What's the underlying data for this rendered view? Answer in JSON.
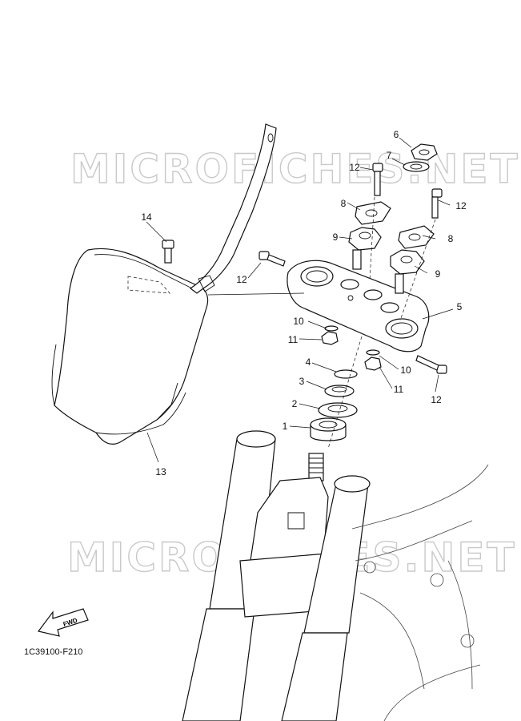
{
  "watermark": "MICROFICHES.NET",
  "figure_code": "1C39100-F210",
  "fwd_label": "FWD",
  "callouts": [
    "1",
    "2",
    "3",
    "4",
    "5",
    "6",
    "7",
    "8",
    "9",
    "10",
    "11",
    "12",
    "13",
    "14",
    "8",
    "9",
    "10",
    "11",
    "12",
    "12"
  ]
}
